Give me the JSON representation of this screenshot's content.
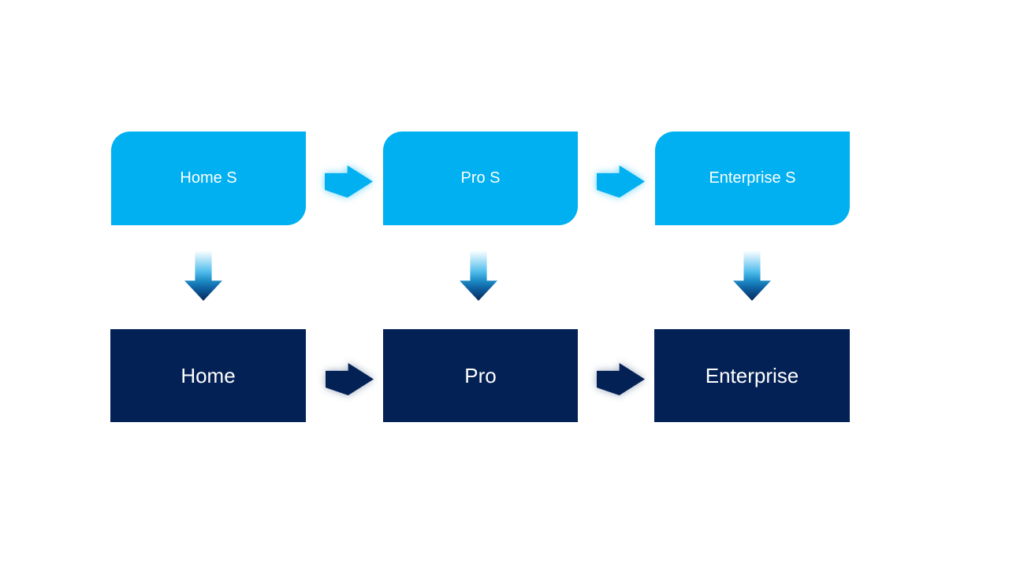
{
  "diagram": {
    "top_row": [
      {
        "label": "Home S"
      },
      {
        "label": "Pro S"
      },
      {
        "label": "Enterprise S"
      }
    ],
    "bottom_row": [
      {
        "label": "Home"
      },
      {
        "label": "Pro"
      },
      {
        "label": "Enterprise"
      }
    ],
    "colors": {
      "canvas": "#ffffff",
      "service_box": "#00b0f0",
      "product_box": "#032155",
      "label_text": "#ffffff",
      "light_arrow": "#00b0f0",
      "dark_arrow": "#032155",
      "v_arrow_gradient": [
        "#ffffff 0%",
        "#b5e4f8 18%",
        "#52bdec 42%",
        "#1d8cc6 60%",
        "#0d5a9b 78%",
        "#072a58 100%"
      ]
    },
    "icons": {
      "horizontal_connector": "right-arrow-icon",
      "vertical_connector": "down-arrow-icon"
    }
  }
}
